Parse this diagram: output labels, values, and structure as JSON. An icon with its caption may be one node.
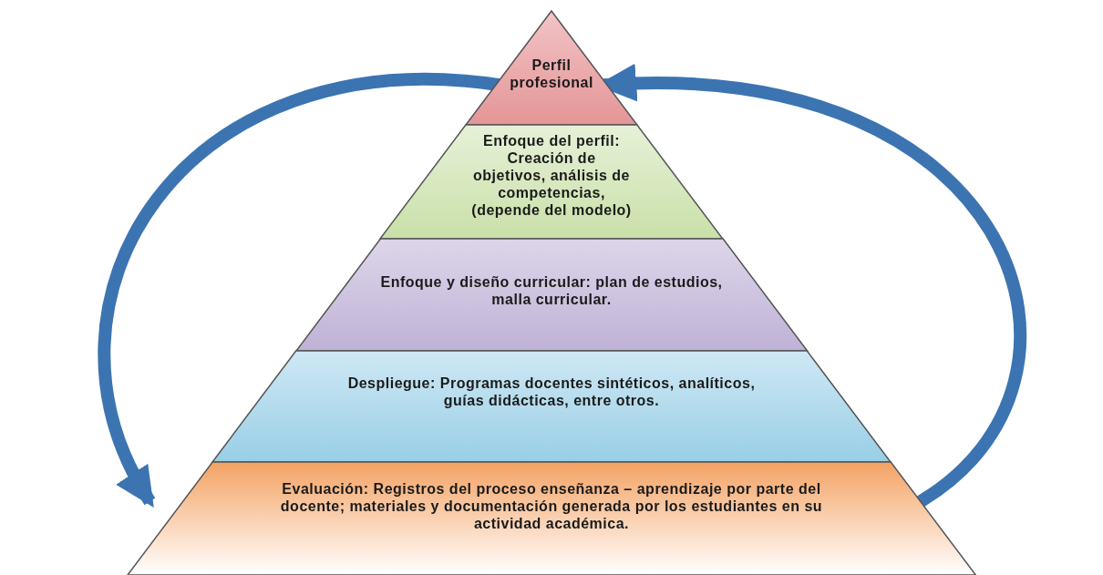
{
  "diagram": {
    "nodes": [
      {
        "text": [
          "Perfil profesional"
        ]
      },
      {
        "text": [
          "Enfoque del perfil: Creación de objetivos, análisis de competencias, (depende del modelo)"
        ]
      },
      {
        "text": [
          "Enfoque y diseño curricular: plan de estudios, malla curricular."
        ]
      },
      {
        "text": [
          "Despliegue: Programas docentes sintéticos, analíticos, guías didácticas, entre otros."
        ]
      },
      {
        "text": [
          "Evaluación: Registros del proceso enseñanza – aprendizaje por parte del docente; materiales y documentación generada por los estudiantes en su actividad académica."
        ]
      }
    ],
    "edges": [
      {
        "from": 0,
        "to": 4,
        "arrow": "to"
      },
      {
        "from": 4,
        "to": 0,
        "arrow": "to"
      }
    ]
  }
}
